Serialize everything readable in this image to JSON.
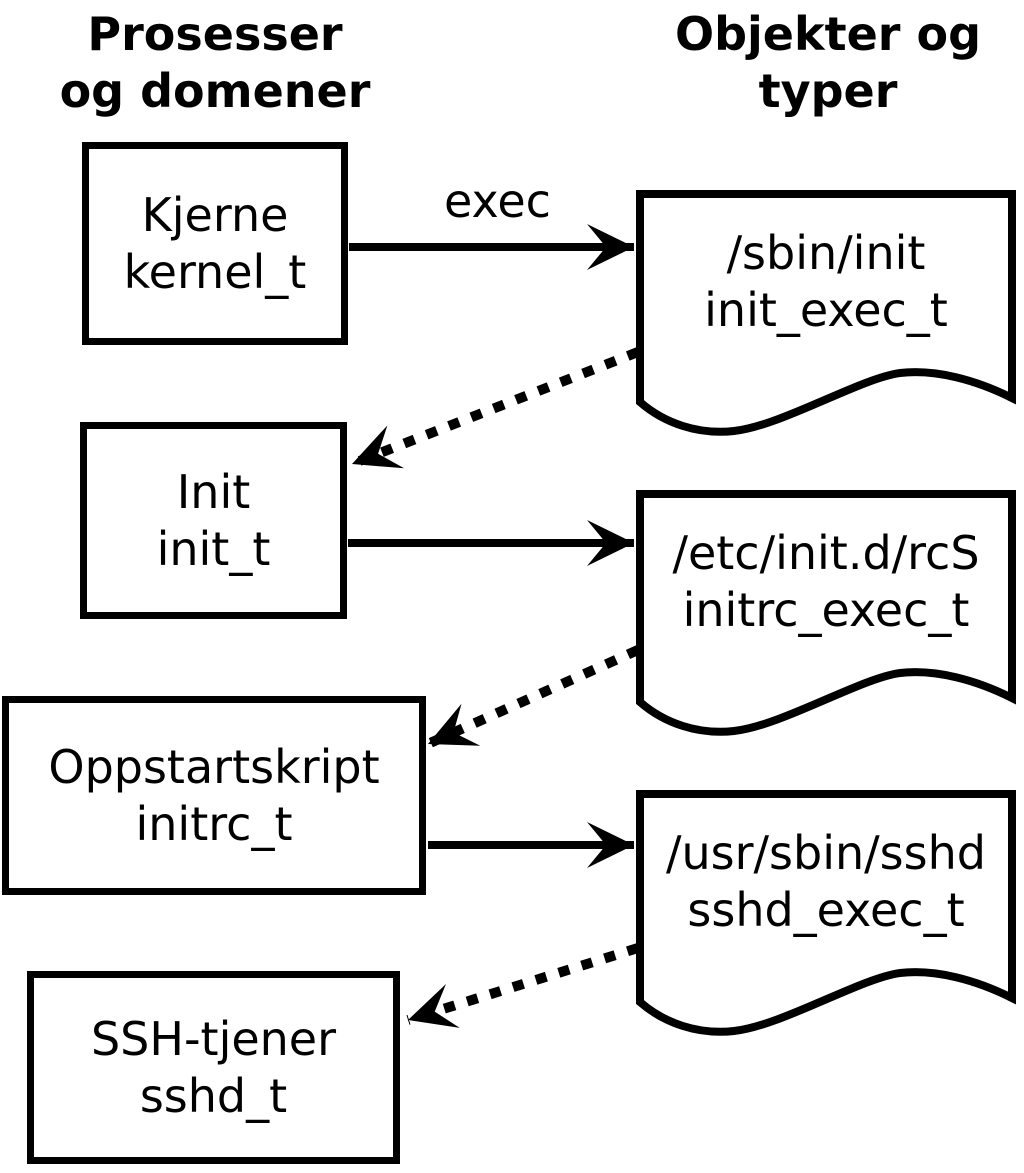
{
  "diagram": {
    "title_left": {
      "line1": "Prosesser",
      "line2": "og domener"
    },
    "title_right": {
      "line1": "Objekter og",
      "line2": "typer"
    },
    "processes": [
      {
        "name": "Kjerne",
        "type": "kernel_t"
      },
      {
        "name": "Init",
        "type": "init_t"
      },
      {
        "name": "Oppstartskript",
        "type": "initrc_t"
      },
      {
        "name": "SSH-tjener",
        "type": "sshd_t"
      }
    ],
    "objects": [
      {
        "path": "/sbin/init",
        "type": "init_exec_t"
      },
      {
        "path": "/etc/init.d/rcS",
        "type": "initrc_exec_t"
      },
      {
        "path": "/usr/sbin/sshd",
        "type": "sshd_exec_t"
      }
    ],
    "edges": [
      {
        "style": "solid",
        "label": "exec",
        "from": "kernel_t",
        "to": "init_exec_t"
      },
      {
        "style": "dotted",
        "label": "",
        "from": "init_exec_t",
        "to": "init_t"
      },
      {
        "style": "solid",
        "label": "",
        "from": "init_t",
        "to": "initrc_exec_t"
      },
      {
        "style": "dotted",
        "label": "",
        "from": "initrc_exec_t",
        "to": "initrc_t"
      },
      {
        "style": "solid",
        "label": "",
        "from": "initrc_t",
        "to": "sshd_exec_t"
      },
      {
        "style": "dotted",
        "label": "",
        "from": "sshd_exec_t",
        "to": "sshd_t"
      }
    ],
    "colors": {
      "line": "#000000",
      "background": "#ffffff"
    }
  }
}
